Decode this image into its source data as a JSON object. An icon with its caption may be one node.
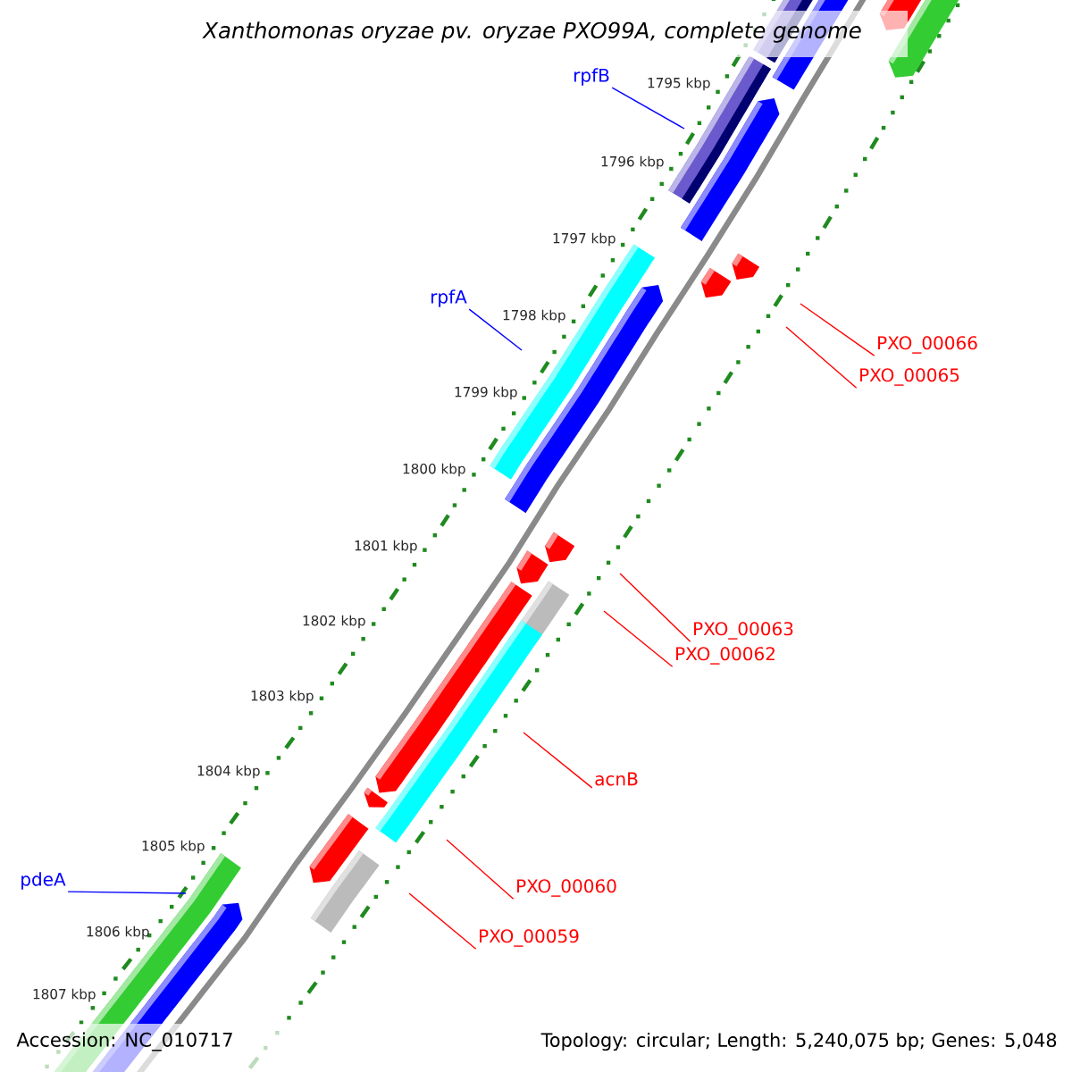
{
  "diagram": {
    "title": "Xanthomonas oryzae pv. oryzae PXO99A, complete genome",
    "nodes": [
      {
        "text": [
          "rpfB"
        ]
      },
      {
        "text": [
          "rpfA"
        ]
      },
      {
        "text": [
          "PXO_00066"
        ]
      },
      {
        "text": [
          "PXO_00065"
        ]
      },
      {
        "text": [
          "PXO_00063"
        ]
      },
      {
        "text": [
          "PXO_00062"
        ]
      },
      {
        "text": [
          "acnB"
        ]
      },
      {
        "text": [
          "pdeA"
        ]
      },
      {
        "text": [
          "PXO_00060"
        ]
      },
      {
        "text": [
          "PXO_00059"
        ]
      }
    ],
    "edges": [
      {
        "from": 0,
        "to": null,
        "arrow": "none",
        "color": "#0000ff"
      },
      {
        "from": 1,
        "to": null,
        "arrow": "none",
        "color": "#0000ff"
      },
      {
        "from": 2,
        "to": null,
        "arrow": "none"
      },
      {
        "from": 3,
        "to": null,
        "arrow": "none"
      },
      {
        "from": 4,
        "to": null,
        "arrow": "none"
      },
      {
        "from": 5,
        "to": null,
        "arrow": "none"
      },
      {
        "from": 6,
        "to": null,
        "arrow": "none"
      },
      {
        "from": 7,
        "to": null,
        "arrow": "none",
        "color": "#0000ff"
      },
      {
        "from": 8,
        "to": null,
        "arrow": "none"
      },
      {
        "from": 9,
        "to": null,
        "arrow": "none"
      }
    ],
    "labels": [
      "1795 kbp",
      "1796 kbp",
      "1797 kbp",
      "1798 kbp",
      "1799 kbp",
      "1800 kbp",
      "1801 kbp",
      "1802 kbp",
      "1803 kbp",
      "1804 kbp",
      "1805 kbp",
      "1806 kbp",
      "1807 kbp",
      "Accession: NC_010717",
      "Topology: circular; Length: 5,240,075 bp; Genes: 5,048"
    ]
  }
}
